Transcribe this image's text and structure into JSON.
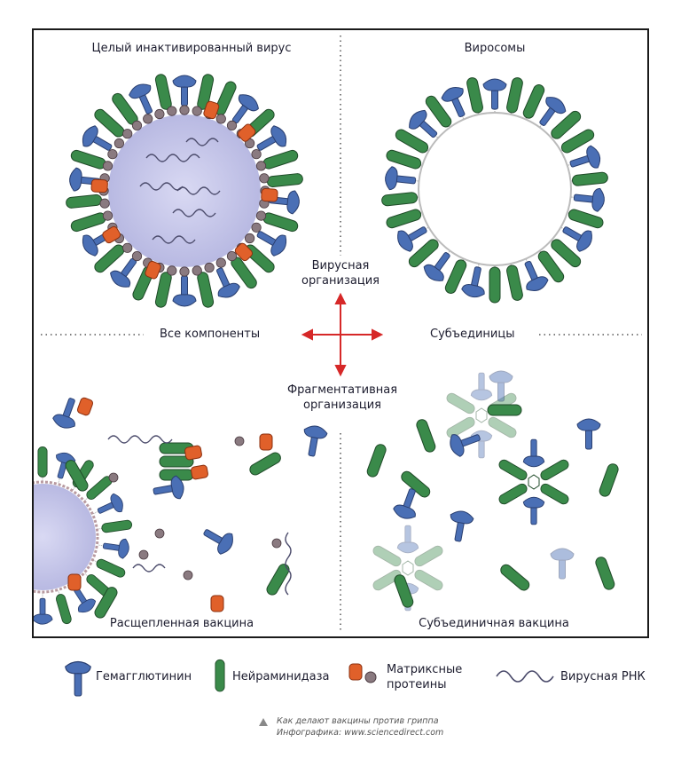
{
  "quadrants": {
    "top_left_title": "Целый инактивированный вирус",
    "top_right_title": "Виросомы",
    "bottom_left_title": "Расщепленная вакцина",
    "bottom_right_title": "Субъединичная вакцина"
  },
  "axes": {
    "top": "Вирусная\nорганизация",
    "bottom": "Фрагментативная\nорганизация",
    "left": "Все компоненты",
    "right": "Субъединицы"
  },
  "legend": {
    "hemagglutinin": "Гемагглютинин",
    "neuraminidase": "Нейраминидаза",
    "matrix_proteins": "Матриксные\nпротеины",
    "viral_rna": "Вирусная РНК"
  },
  "caption": {
    "line1": "Как делают вакцины против гриппа",
    "line2": "Инфографика: www.sciencedirect.com"
  },
  "colors": {
    "hemagglutinin": "#4a6fb5",
    "neuraminidase": "#3a8a4a",
    "matrix": "#e0602a",
    "membrane_bead": "#8a7a80",
    "core": "#c7c8ea",
    "rna": "#4a4a6a",
    "arrow": "#d62828",
    "frame": "#1a1a1a"
  },
  "icons": [
    "hemagglutinin-icon",
    "neuraminidase-icon",
    "matrix-protein-icon",
    "membrane-bead-icon",
    "rna-strand-icon",
    "arrow-cross-icon"
  ]
}
